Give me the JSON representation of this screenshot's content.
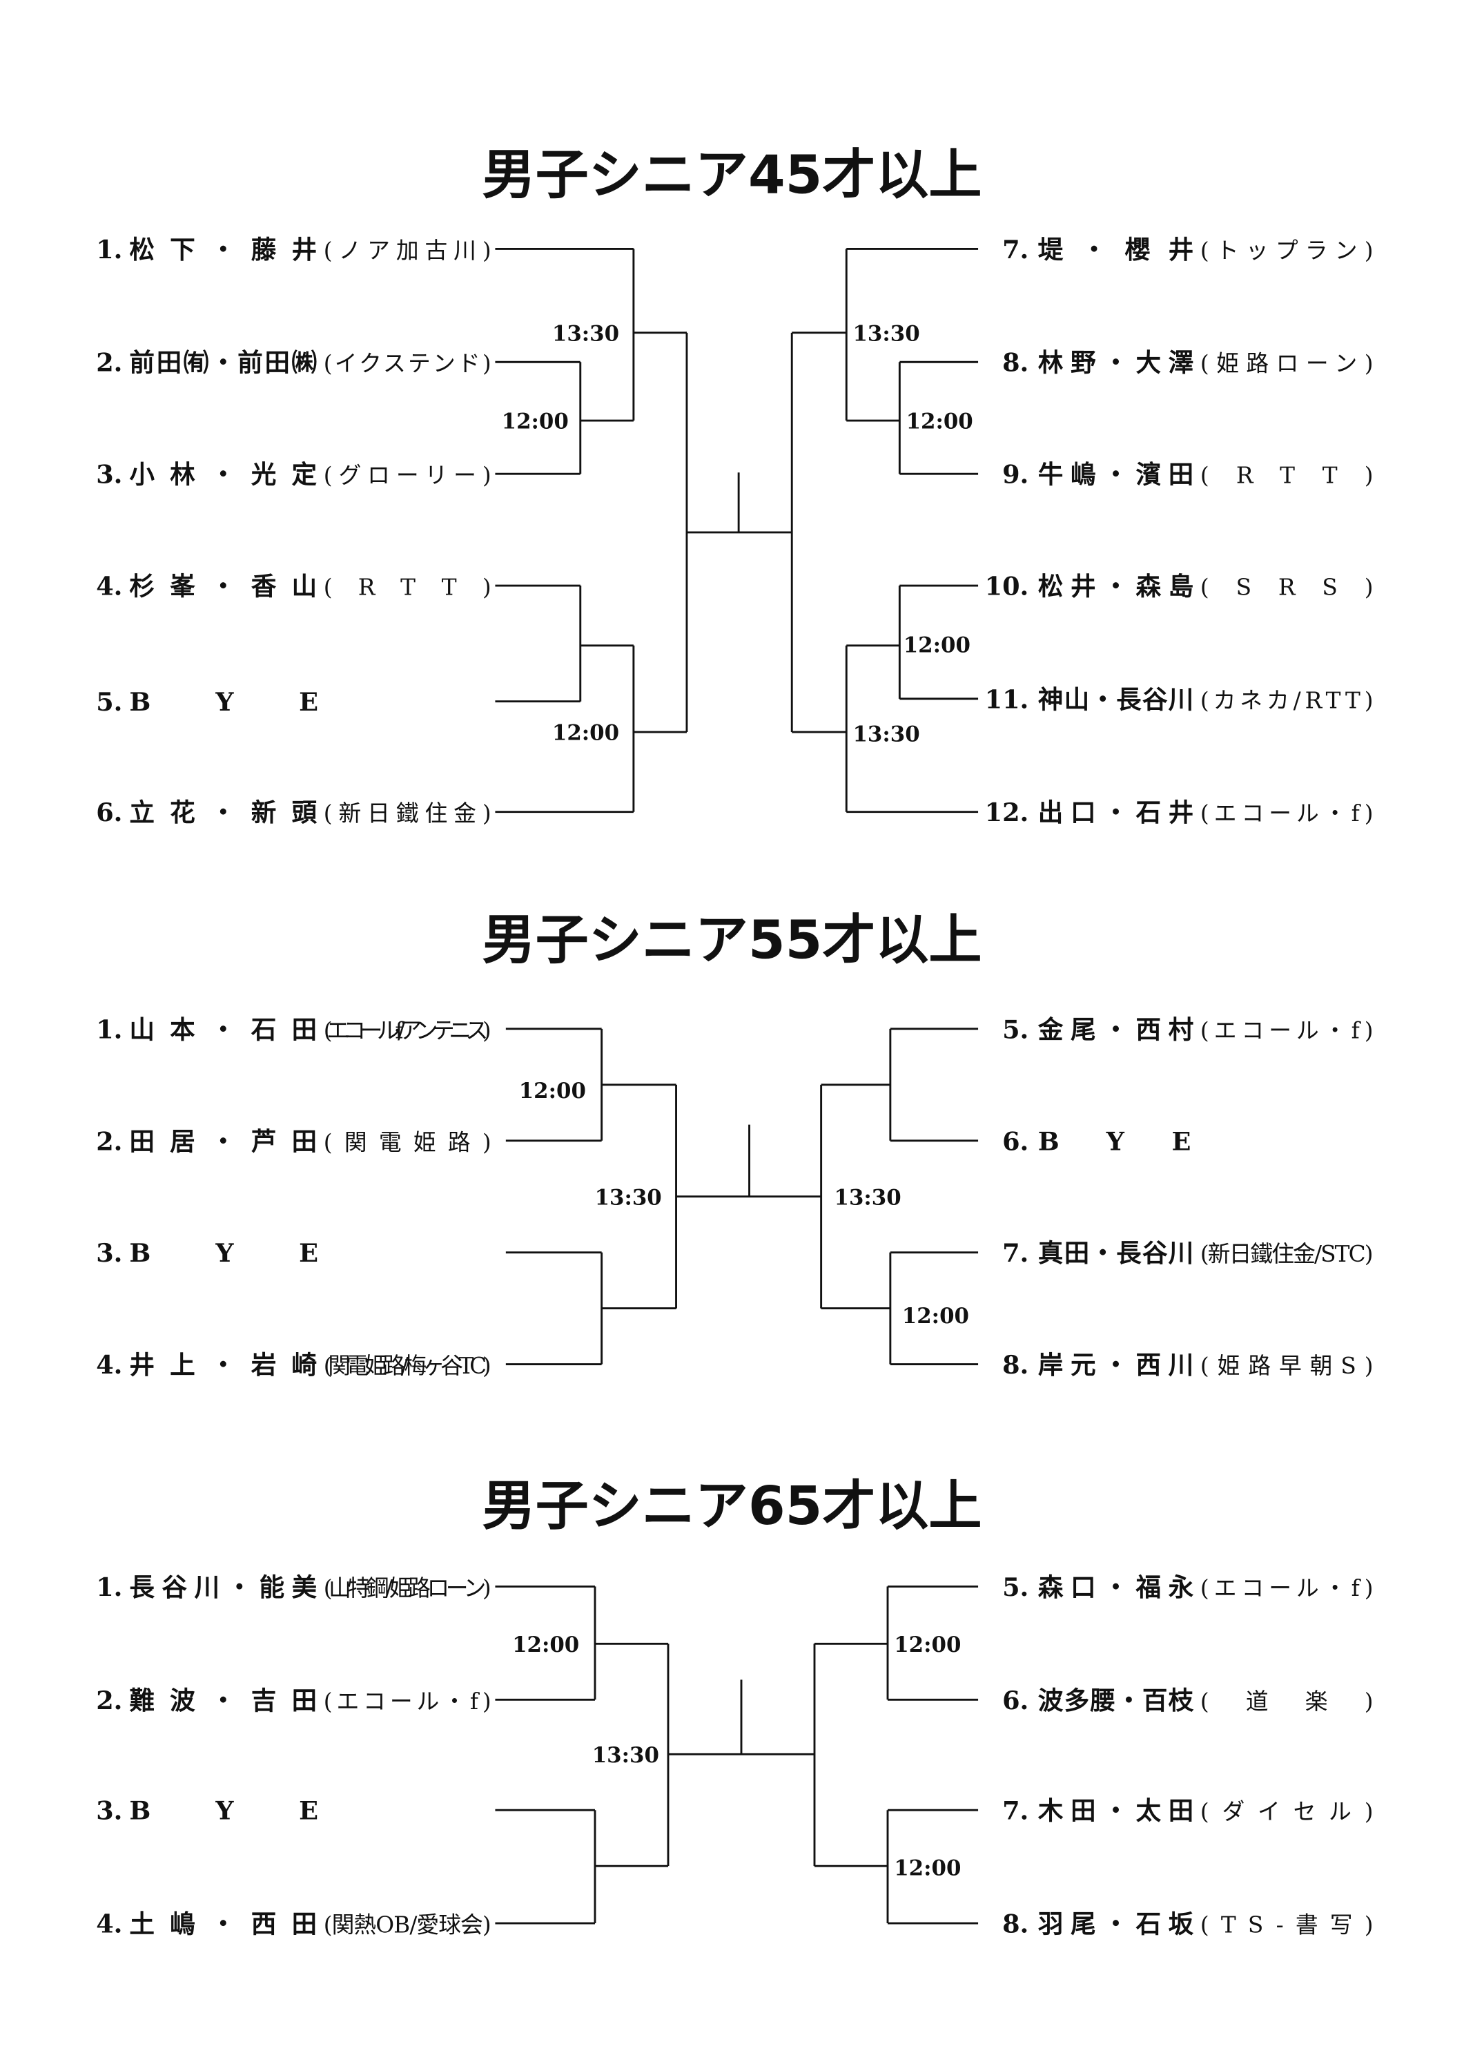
{
  "sections": [
    {
      "title": "男子シニア45才以上",
      "left": [
        {
          "num": "1.",
          "names": "松下・藤井",
          "club": "(ノア加古川)"
        },
        {
          "num": "2.",
          "names": "前田㈲・前田㈱",
          "club": "(イクステンド)"
        },
        {
          "num": "3.",
          "names": "小林・光定",
          "club": "(グローリー)"
        },
        {
          "num": "4.",
          "names": "杉峯・香山",
          "club": "(RTT)"
        },
        {
          "num": "5.",
          "names": "BYE",
          "club": ""
        },
        {
          "num": "6.",
          "names": "立花・新頭",
          "club": "(新日鐵住金)"
        }
      ],
      "right": [
        {
          "num": "7.",
          "names": "堤・櫻井",
          "club": "(トップラン)"
        },
        {
          "num": "8.",
          "names": "林野・大澤",
          "club": "(姫路ローン)"
        },
        {
          "num": "9.",
          "names": "牛嶋・濱田",
          "club": "(RTT)"
        },
        {
          "num": "10.",
          "names": "松井・森島",
          "club": "(SRS)"
        },
        {
          "num": "11.",
          "names": "神山・長谷川",
          "club": "(カネカ/RTT)"
        },
        {
          "num": "12.",
          "names": "出口・石井",
          "club": "(エコール・f)"
        }
      ],
      "times": [
        "13:30",
        "12:00",
        "12:00",
        "13:30",
        "12:00",
        "12:00",
        "13:30"
      ]
    },
    {
      "title": "男子シニア55才以上",
      "left": [
        {
          "num": "1.",
          "names": "山本・石田",
          "club": "(エコール·f/アンテニス)"
        },
        {
          "num": "2.",
          "names": "田居・芦田",
          "club": "(関電姫路)"
        },
        {
          "num": "3.",
          "names": "BYE",
          "club": ""
        },
        {
          "num": "4.",
          "names": "井上・岩崎",
          "club": "(関電姫路/梅ヶ谷TC)"
        }
      ],
      "right": [
        {
          "num": "5.",
          "names": "金尾・西村",
          "club": "(エコール・f)"
        },
        {
          "num": "6.",
          "names": "BYE",
          "club": ""
        },
        {
          "num": "7.",
          "names": "真田・長谷川",
          "club": "(新日鐵住金/STC)"
        },
        {
          "num": "8.",
          "names": "岸元・西川",
          "club": "(姫路早朝S)"
        }
      ],
      "times": [
        "12:00",
        "13:30",
        "13:30",
        "12:00"
      ]
    },
    {
      "title": "男子シニア65才以上",
      "left": [
        {
          "num": "1.",
          "names": "長谷川・能美",
          "club": "(山特鋼/姫路ローン)"
        },
        {
          "num": "2.",
          "names": "難波・吉田",
          "club": "(エコール・f)"
        },
        {
          "num": "3.",
          "names": "BYE",
          "club": ""
        },
        {
          "num": "4.",
          "names": "土嶋・西田",
          "club": "(関熱OB/愛球会)"
        }
      ],
      "right": [
        {
          "num": "5.",
          "names": "森口・福永",
          "club": "(エコール・f)"
        },
        {
          "num": "6.",
          "names": "波多腰・百枝",
          "club": "(道楽)"
        },
        {
          "num": "7.",
          "names": "木田・太田",
          "club": "(ダイセル)"
        },
        {
          "num": "8.",
          "names": "羽尾・石坂",
          "club": "(TS-書写)"
        }
      ],
      "times": [
        "12:00",
        "13:30",
        "12:00",
        "12:00"
      ]
    }
  ]
}
